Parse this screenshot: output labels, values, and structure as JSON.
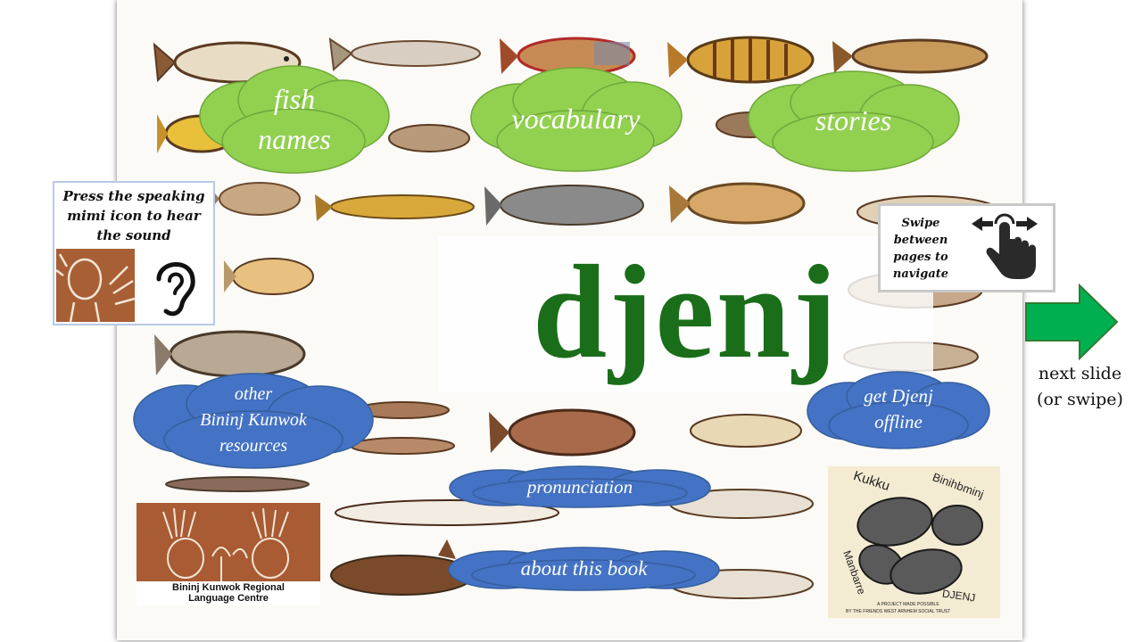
{
  "title": "djenj",
  "menu": {
    "fish_names_line1": "fish",
    "fish_names_line2": "names",
    "vocabulary": "vocabulary",
    "stories": "stories",
    "other_line1": "other",
    "other_line2": "Bininj Kunwok",
    "other_line3": "resources",
    "offline_line1": "get Djenj",
    "offline_line2": "offline",
    "pronunciation": "pronunciation",
    "about": "about this book"
  },
  "help": {
    "line1": "Press the speaking",
    "line2": "mimi icon to hear",
    "line3": "the sound"
  },
  "swipe": {
    "line1": "Swipe",
    "line2": "between",
    "line3": "pages to",
    "line4": "navigate"
  },
  "next": {
    "line1": "next slide",
    "line2": "(or swipe)"
  },
  "logo": {
    "line1": "Bininj Kunwok Regional",
    "line2": "Language Centre"
  },
  "cover": {
    "word1": "Kukku",
    "word2": "Binihbminj",
    "word3": "Manbarre",
    "word4": "DJENJ",
    "credit1": "A PROJECT MADE POSSIBLE",
    "credit2": "BY THE FRIENDS WEST ARNHEM SOCIAL TRUST"
  },
  "colors": {
    "green_cloud": "#92d050",
    "blue_cloud": "#4472c4",
    "title_green": "#1a6e1a",
    "arrow_green": "#00b050"
  }
}
